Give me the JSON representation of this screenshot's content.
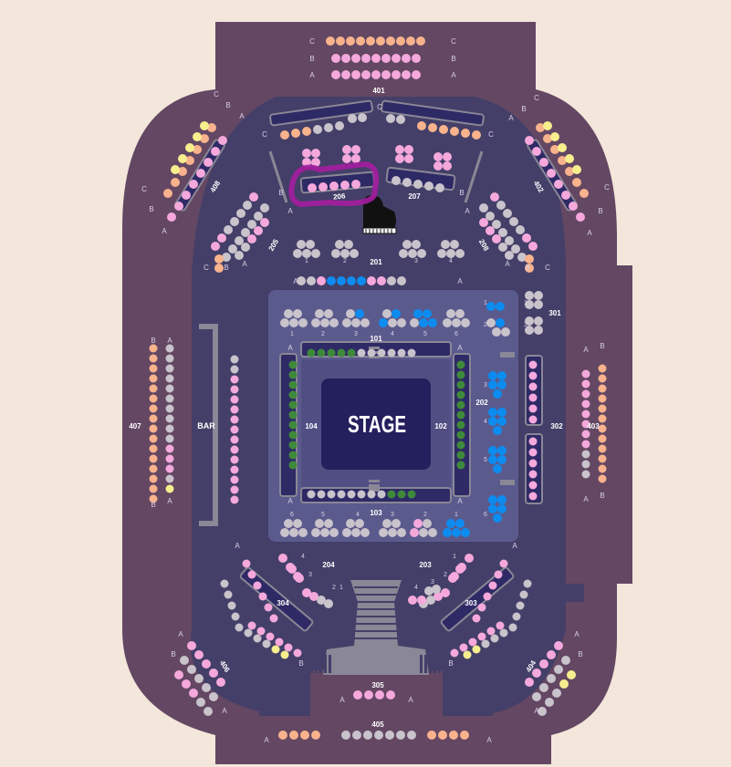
{
  "colors": {
    "background": "#f3e6da",
    "outer": "#634763",
    "inner": "#433f68",
    "floor": "#5a5a8d",
    "floor_inner": "#514e84",
    "stage": "#24205e",
    "strip": "#2e2a66",
    "rail": "#8a8796",
    "pink": "#f5a8dc",
    "grey": "#c9c3cb",
    "blue": "#0d8cf0",
    "green": "#3e8a3a",
    "orange": "#f8b28c",
    "yellow": "#f7ee8e",
    "highlight": "#a51da0"
  },
  "stage_label": "STAGE",
  "bar_label": "BAR",
  "section_labels": {
    "s401": "401",
    "s402": "402",
    "s403": "403",
    "s404": "404",
    "s405": "405",
    "s406": "406",
    "s407": "407",
    "s408": "408",
    "s301": "301",
    "s302": "302",
    "s303": "303",
    "s304": "304",
    "s305": "305",
    "s201": "201",
    "s202": "202",
    "s203": "203",
    "s204": "204",
    "s205": "205",
    "s206": "206",
    "s207": "207",
    "s208": "208",
    "s101": "101",
    "s102": "102",
    "s103": "103",
    "s104": "104"
  },
  "row_letters": {
    "a": "A",
    "b": "B",
    "c": "C"
  },
  "table_numbers": {
    "n1": "1",
    "n2": "2",
    "n3": "3",
    "n4": "4",
    "n5": "5",
    "n6": "6"
  },
  "selected_section": "206"
}
